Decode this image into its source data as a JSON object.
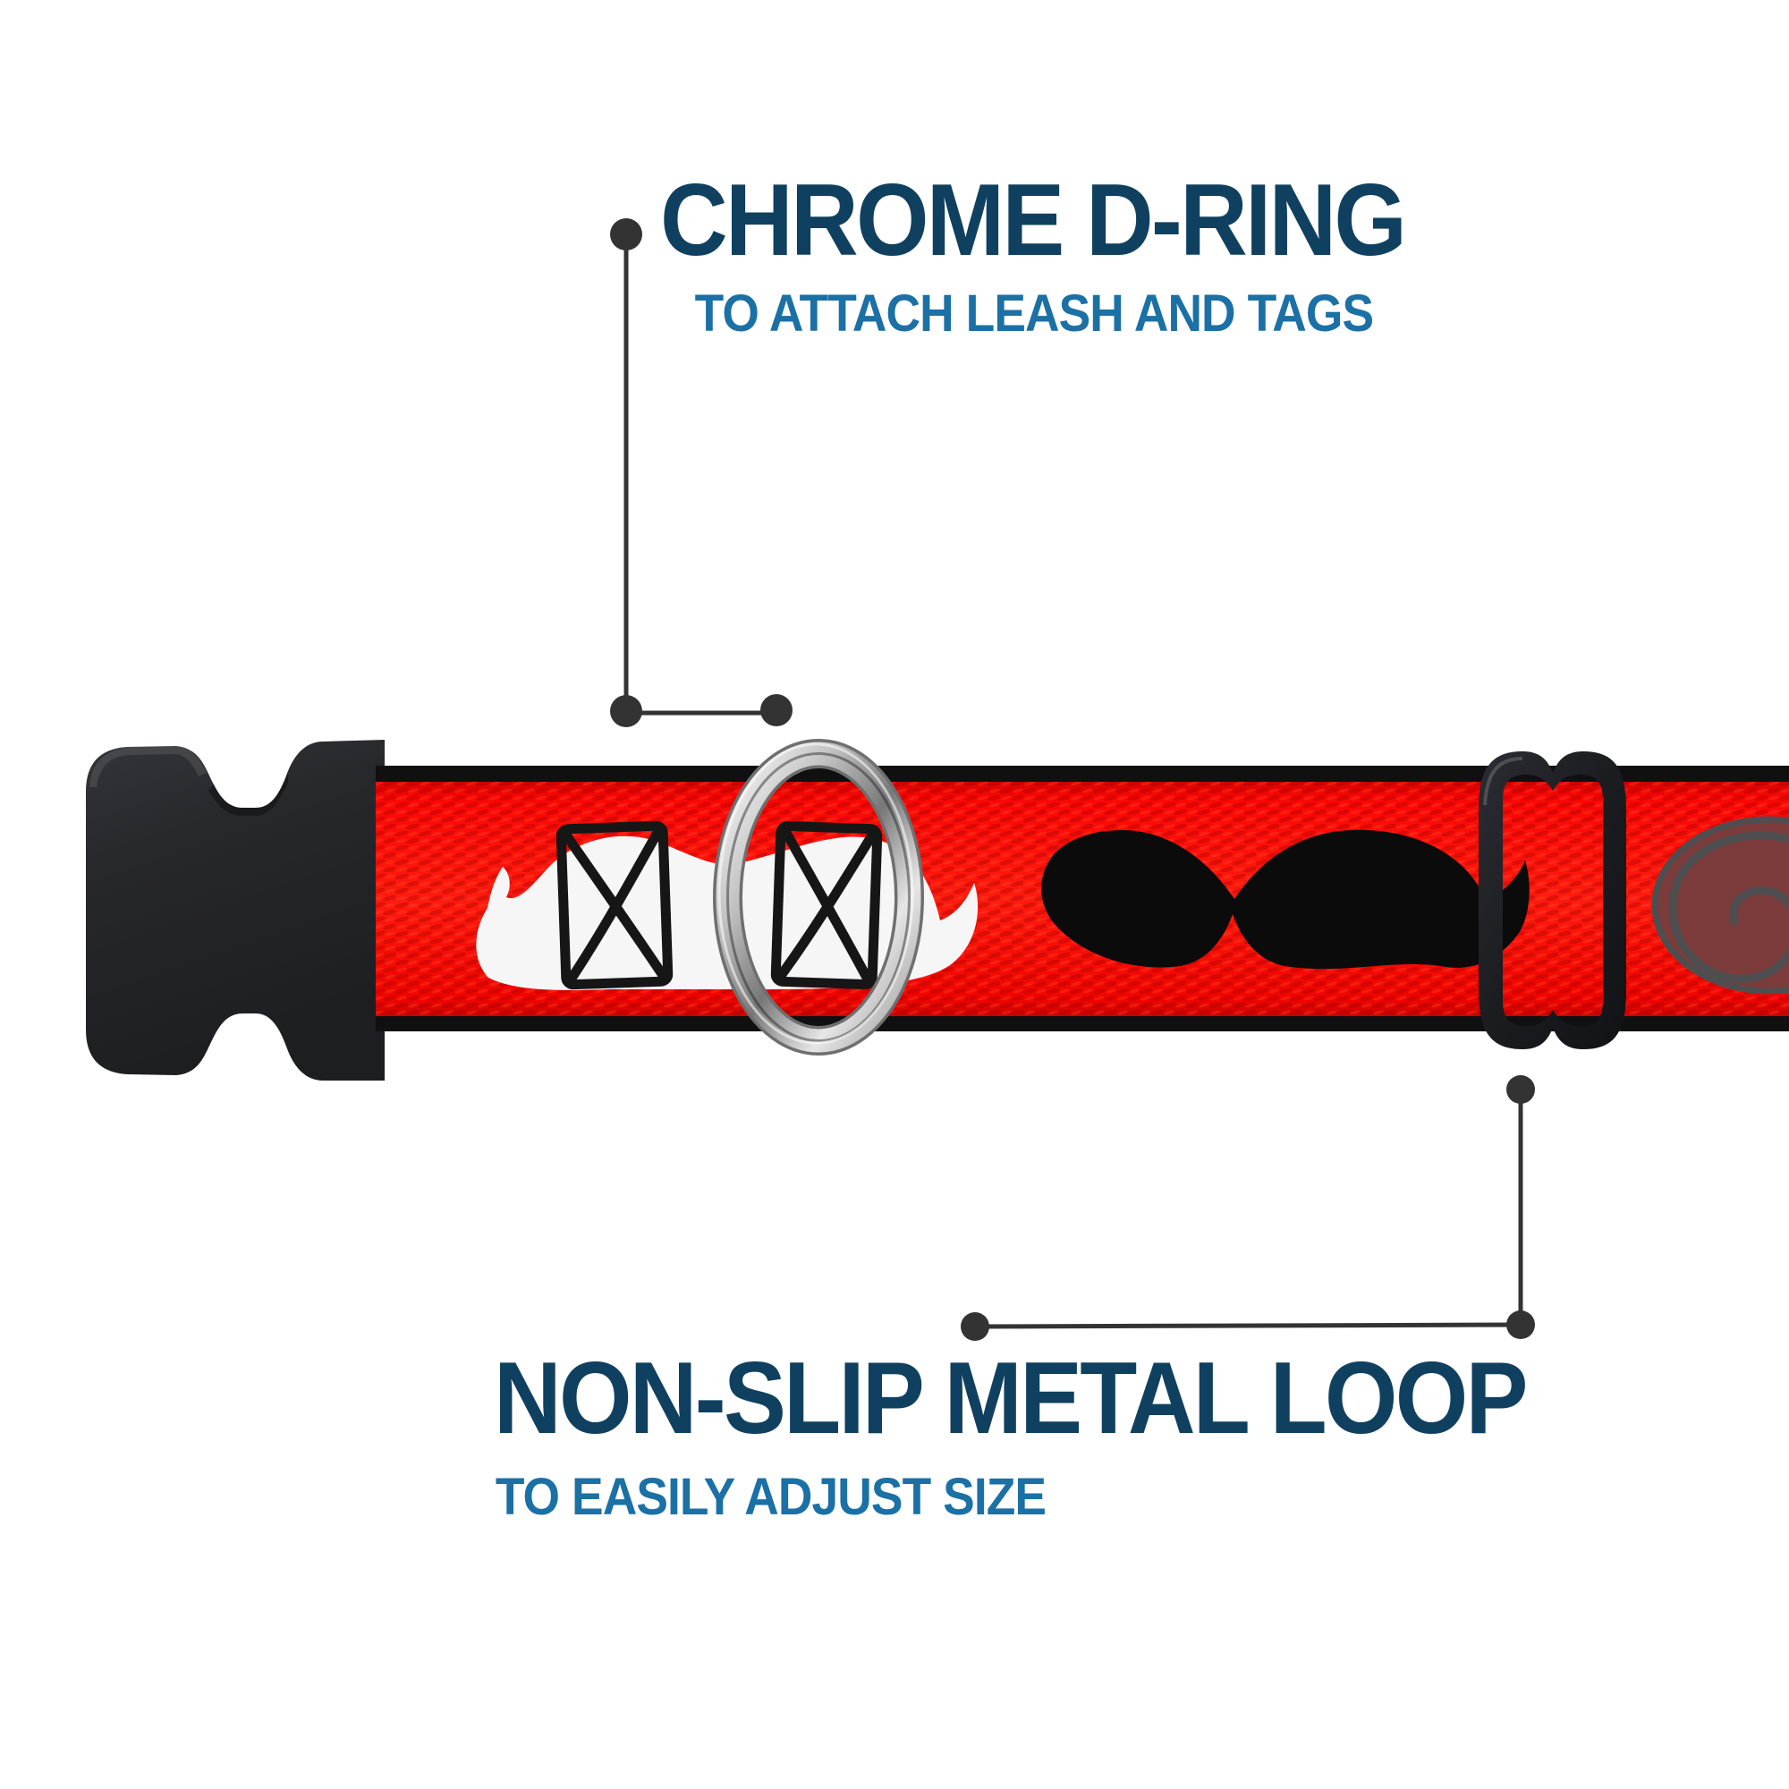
{
  "callouts": [
    {
      "title": "CHROME D-RING",
      "subtitle": "TO ATTACH LEASH AND TAGS"
    },
    {
      "title": "NON-SLIP METAL LOOP",
      "subtitle": "TO EASILY ADJUST SIZE"
    }
  ],
  "colors": {
    "title_navy": "#10405f",
    "subtitle_blue": "#1b70a5",
    "callout_line_gray": "#333333",
    "strap_red": "#f90400",
    "webbing_edge_black": "#101011",
    "buckle_black": "#26272b",
    "slider_black": "#1b1c20",
    "chrome_silver": "#c9c9c9",
    "mustache_white": "#f4f4f4",
    "mustache_black": "#0b0b0c",
    "mustache_maroon": "#7d3c3c"
  }
}
